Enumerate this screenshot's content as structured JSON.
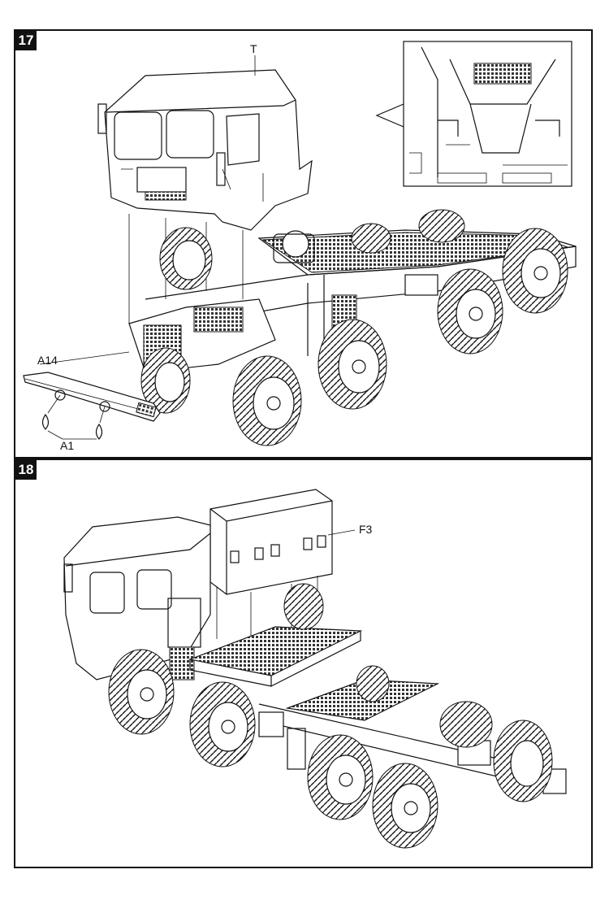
{
  "steps": [
    {
      "number": "17",
      "parts": {
        "cab": "T",
        "bumper": "A14",
        "hooks": "A1"
      }
    },
    {
      "number": "18",
      "parts": {
        "box": "F3"
      }
    }
  ]
}
